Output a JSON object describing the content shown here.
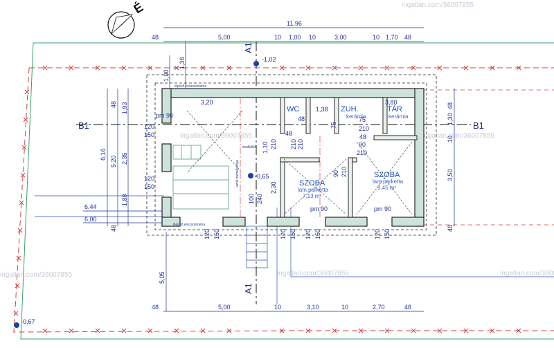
{
  "north_label": "É",
  "watermark": "ingatlan.com/36007855",
  "section_labels": {
    "a_top": "A1",
    "a_bottom": "A1",
    "b_left": "B1",
    "b_right": "B1"
  },
  "levels": {
    "top": "-1,02",
    "inner": "-0,65",
    "bottom": "-0,67"
  },
  "top_dims": {
    "total": "11,96",
    "row": [
      "48",
      "5,00",
      "10",
      "1,00",
      "10",
      "3,00",
      "10",
      "1,70",
      "48"
    ]
  },
  "bottom_dims": {
    "row": [
      "48",
      "5,00",
      "10",
      "3,10",
      "10",
      "2,70",
      "48"
    ]
  },
  "left_dims": {
    "d1": "6,16",
    "d2": "6,44",
    "d3": "6,00",
    "d4": "48",
    "d5": "1,93",
    "d6": "5,20",
    "d7": "2,35",
    "d8": "1,88",
    "d9": "48",
    "d10": "1,00",
    "d11": "1,36",
    "d12": "5,05"
  },
  "right_dims": {
    "a": "48",
    "b": "1,30",
    "c": "10",
    "d": "3,50",
    "e": "48"
  },
  "rooms": {
    "wc": "WC",
    "zuh": "ZUH.",
    "zuh_sub": "kerámia",
    "tar": "TÁR",
    "tar_sub": "kerámia",
    "szoba1": "SZOBA",
    "szoba1_sub": "lam.parketta",
    "szoba1_area": "7,13 m²",
    "szoba2": "SZOBA",
    "szoba2_sub": "lam.parketta",
    "szoba2_area": "9,45 m²"
  },
  "inner_dims": [
    "3,20",
    "1,38",
    "3,80",
    "120",
    "150",
    "120",
    "150",
    "75",
    "75",
    "210",
    "210",
    "90",
    "210",
    "90",
    "210",
    "210",
    "100",
    "240",
    "2,30",
    "1,10",
    "210",
    "pm 90",
    "pm 90",
    "120",
    "150",
    "120",
    "150",
    "120",
    "150",
    "120",
    "150",
    "pm 90",
    "48",
    "48",
    "48"
  ],
  "notes": [
    "szoll.menetiránya",
    "zsalkőrtő",
    "lépcső erezsostrama",
    "lépcső erezsostrama"
  ]
}
